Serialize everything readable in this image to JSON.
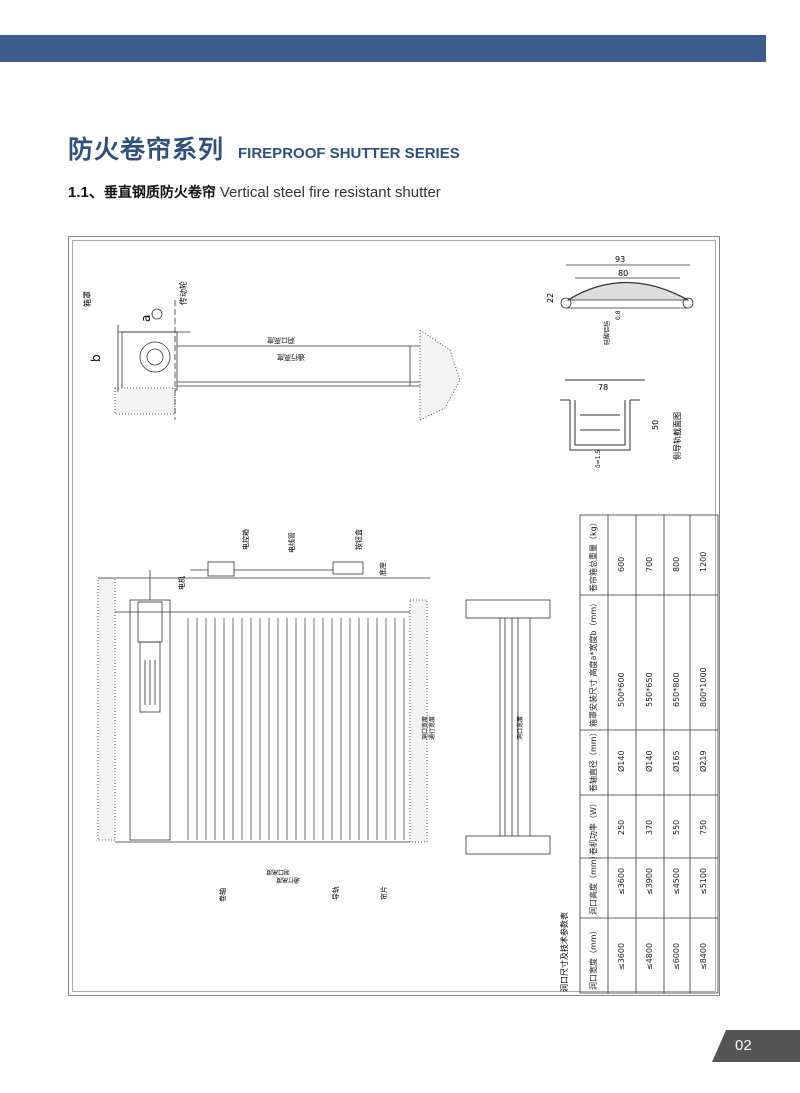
{
  "header": {
    "title_cn": "防火卷帘系列",
    "title_en": "FIREPROOF SHUTTER SERIES",
    "section_num": "1.1、",
    "section_cn": "垂直钢质防火卷帘",
    "section_en": "Vertical steel fire resistant shutter"
  },
  "drawing": {
    "top_view_labels": {
      "hood": "箱罩",
      "transmission": "传动轮",
      "dim_a": "a",
      "dim_b": "b",
      "opening_height": "洞口高度",
      "clear_height": "通行高度"
    },
    "profile_labels": {
      "dim_93": "93",
      "dim_80": "80",
      "dim_22": "22",
      "thickness": "0.8",
      "material": "硅酸铝毡"
    },
    "rail_labels": {
      "dim_78": "78",
      "dim_50": "50",
      "thickness": "δ=1.5",
      "caption": "侧导轨截面图"
    },
    "front_view_labels": {
      "control_box": "电控箱",
      "cable_tube": "电线管",
      "button_box": "按钮盒",
      "motor": "电机",
      "bottom_bar": "底座",
      "opening_width": "洞口宽度",
      "clear_width": "通行宽度",
      "opening_height": "洞口高度",
      "clear_height": "通行高度",
      "shaft": "卷轴",
      "guide_rail": "导轨",
      "slat": "帘片",
      "side_width": "洞口宽度"
    }
  },
  "table": {
    "caption": "洞口尺寸及技术参数表",
    "headers": [
      "洞口宽度（mm）",
      "洞口高度（mm）",
      "卷机功率（W）",
      "卷轴直径（mm）",
      "箱罩安装尺寸 高度a*宽度b（mm）",
      "卷帘箱总重量（kg）"
    ],
    "rows": [
      [
        "≤3600",
        "≤3600",
        "250",
        "Ø140",
        "500*600",
        "600"
      ],
      [
        "≤4800",
        "≤3900",
        "370",
        "Ø140",
        "550*650",
        "700"
      ],
      [
        "≤6000",
        "≤4500",
        "550",
        "Ø165",
        "650*800",
        "800"
      ],
      [
        "≤8400",
        "≤5100",
        "750",
        "Ø219",
        "800*1000",
        "1200"
      ]
    ]
  },
  "footer": {
    "page_number": "02"
  },
  "colors": {
    "brand": "#3b5b8a",
    "tab": "#555555"
  }
}
